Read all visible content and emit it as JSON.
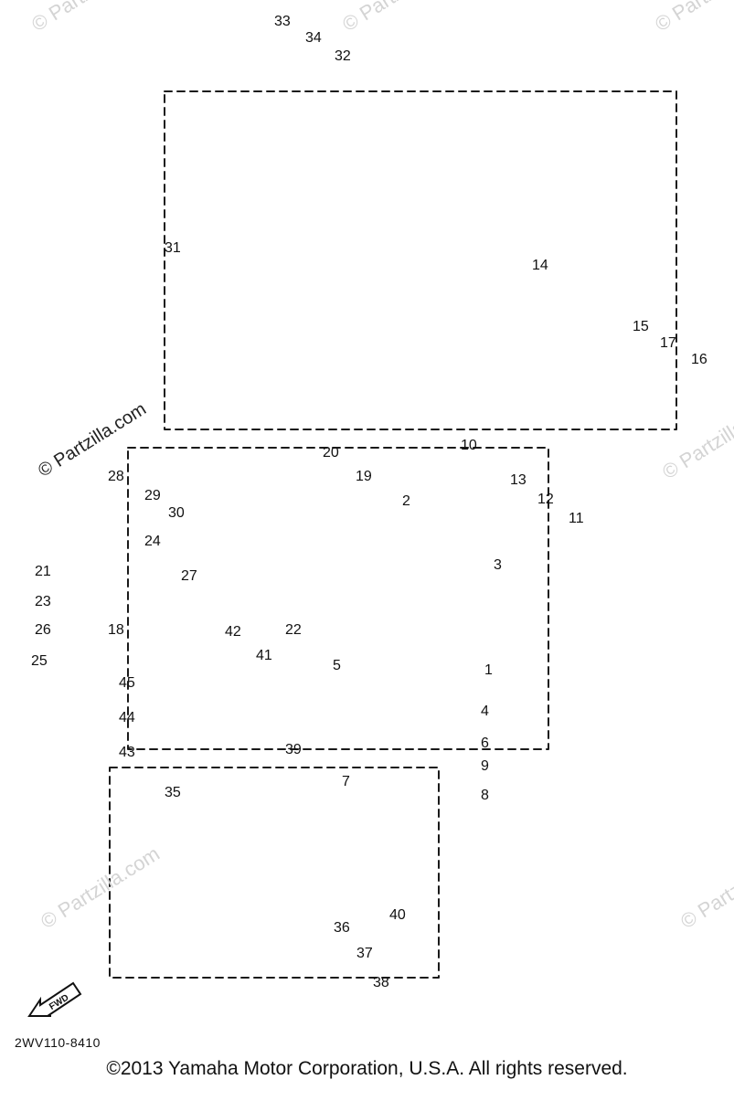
{
  "diagram": {
    "part_labels": [
      "33",
      "34",
      "32",
      "31",
      "14",
      "15",
      "17",
      "16",
      "20",
      "19",
      "10",
      "28",
      "29",
      "30",
      "13",
      "12",
      "11",
      "24",
      "27",
      "2",
      "3",
      "21",
      "23",
      "26",
      "25",
      "18",
      "42",
      "22",
      "5",
      "1",
      "41",
      "45",
      "44",
      "43",
      "4",
      "6",
      "9",
      "8",
      "7",
      "39",
      "35",
      "40",
      "36",
      "37",
      "38"
    ],
    "diagram_code": "2WV110-8410",
    "copyright": "©2013 Yamaha Motor Corporation, U.S.A. All rights reserved.",
    "watermark_text": "© Partzilla.com",
    "direction_marker": "FWD"
  },
  "colors": {
    "line": "#1a1a1a",
    "watermark": "#d4d4d4",
    "background": "#ffffff"
  }
}
